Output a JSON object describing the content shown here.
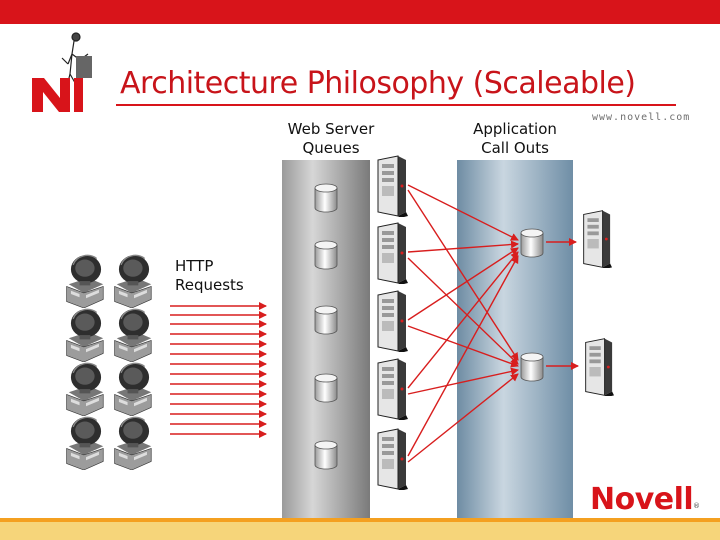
{
  "slide": {
    "title": "Architecture Philosophy (Scaleable)",
    "url": "www.novell.com",
    "brand": "Novell",
    "trademark": "®"
  },
  "labels": {
    "web_server_queues": "Web Server\nQueues",
    "application_call_outs": "Application\nCall Outs",
    "http_requests": "HTTP\nRequests"
  },
  "colors": {
    "brand_red": "#d8141a",
    "title_red": "#c8141a",
    "stripe_orange": "#f4a020",
    "band_yellow": "#f6d57a",
    "arrow_red": "#d81e1e",
    "gray_column": "#8c8c8c",
    "blue_column": "#7f9db4"
  },
  "icons": {
    "brand_mark": "novell-n-logo-with-figure",
    "client": "user-workstation-icon",
    "server": "tower-server-icon",
    "queue": "database-cylinder-icon"
  }
}
